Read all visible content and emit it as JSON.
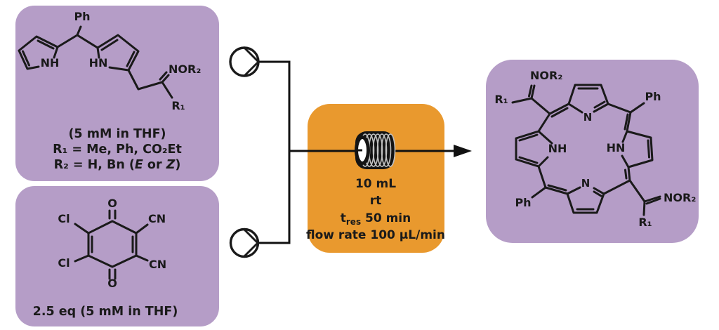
{
  "colors": {
    "panel_purple": "#b59dc7",
    "panel_orange": "#e9992e",
    "ink": "#1a1a1a",
    "pump_fill": "#ffffff",
    "coil_dark": "#141414",
    "coil_stripe": "#c0c0c0"
  },
  "reactant1": {
    "labels": {
      "ph": "Ph",
      "nh": "NH",
      "hn": "HN",
      "nor2": "NOR₂",
      "r1": "R₁"
    },
    "caption_line1": "(5 mM in THF)",
    "caption_line2": "R₁ = Me, Ph, CO₂Et",
    "caption_line3_parts": [
      "R₂ = H, Bn (",
      "E",
      " or ",
      "Z",
      ")"
    ]
  },
  "reactant2": {
    "labels": {
      "o_top": "O",
      "o_bottom": "O",
      "cl_top": "Cl",
      "cl_bottom": "Cl",
      "cn_top": "CN",
      "cn_bottom": "CN"
    },
    "caption": "2.5 eq (5 mM in THF)"
  },
  "reactor": {
    "volume": "10 mL",
    "temperature": "rt",
    "residence_time": {
      "symbol": "t",
      "subscript": "res",
      "value": " 50 min"
    },
    "flow_rate": "flow rate 100 µL/min"
  },
  "product": {
    "labels": {
      "nor2_top": "NOR₂",
      "r1_top": "R₁",
      "ph_top": "Ph",
      "n_top": "N",
      "nh_left": "NH",
      "hn_right": "HN",
      "n_bottom": "N",
      "ph_bottom": "Ph",
      "nor2_bottom": "NOR₂",
      "r1_bottom": "R₁"
    }
  }
}
